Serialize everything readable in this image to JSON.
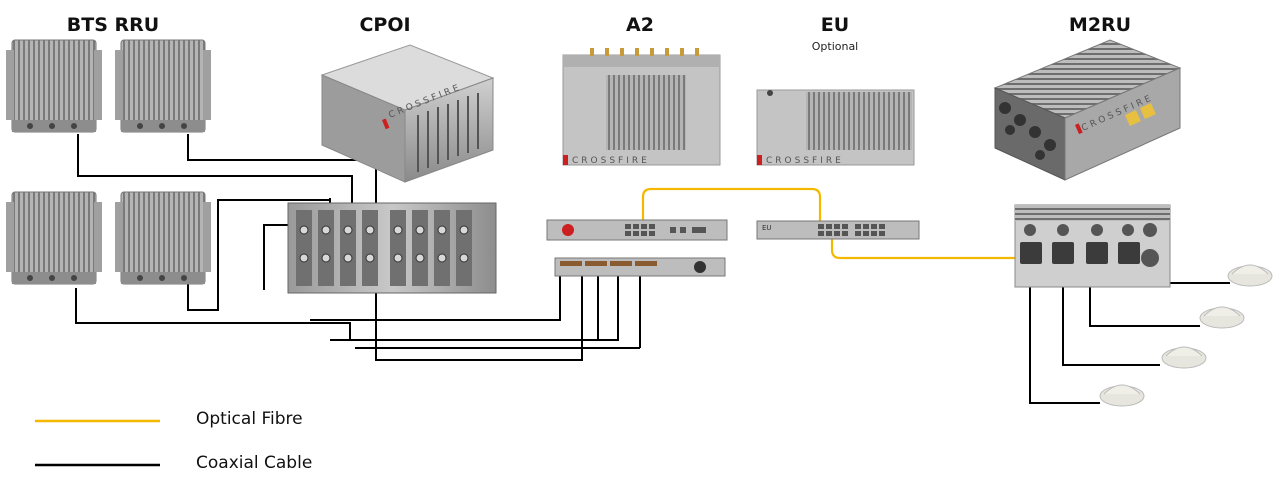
{
  "labels": {
    "bts_rru": "BTS RRU",
    "cpoi": "CPOI",
    "a2": "A2",
    "eu": "EU",
    "eu_sub": "Optional",
    "m2ru": "M2RU"
  },
  "brand_text": "CROSSFIRE",
  "eu_panel_text": "EU",
  "legend": [
    {
      "label": "Optical Fibre",
      "color": "#f5b800"
    },
    {
      "label": "Coaxial Cable",
      "color": "#000000"
    }
  ],
  "colors": {
    "fibre": "#f5b800",
    "coax": "#000000",
    "device_grey": "#a9a9a9",
    "brand_red": "#cc1f1f"
  }
}
